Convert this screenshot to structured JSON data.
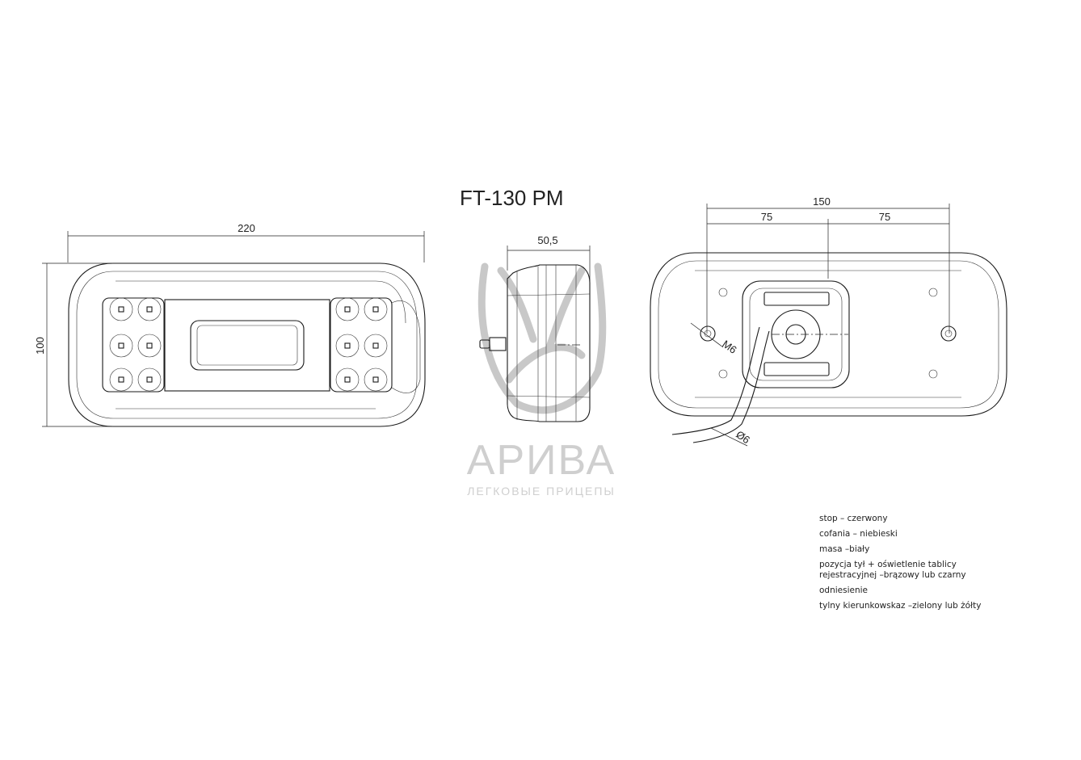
{
  "title": "FT-130 PM",
  "dimensions": {
    "front_width": "220",
    "front_height": "100",
    "side_depth": "50,5",
    "back_total": "150",
    "back_left": "75",
    "back_right": "75",
    "bolt": "M6",
    "cable": "Ø6"
  },
  "watermark": {
    "brand": "АРИВА",
    "tagline": "ЛЕГКОВЫЕ ПРИЦЕПЫ"
  },
  "legend": [
    "stop – czerwony",
    "cofania – niebieski",
    "masa –biały",
    "pozycja tył + oświetlenie tablicy rejestracyjnej –brązowy lub czarny",
    "odniesienie",
    "tylny kierunkowskaz –zielony lub żółty"
  ]
}
